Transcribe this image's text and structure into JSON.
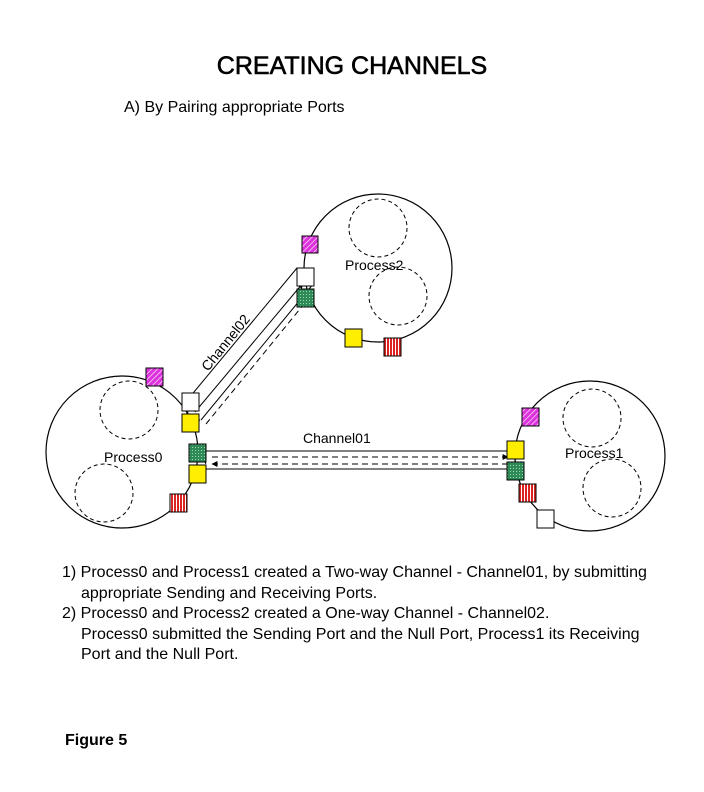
{
  "title": "CREATING CHANNELS",
  "subtitle": "A) By Pairing appropriate Ports",
  "processes": [
    {
      "label": "Process0"
    },
    {
      "label": "Process1"
    },
    {
      "label": "Process2"
    }
  ],
  "channels": [
    {
      "label": "Channel01"
    },
    {
      "label": "Channel02"
    }
  ],
  "port_colors": {
    "magenta_hatched": "#dd33dd",
    "white": "#ffffff",
    "yellow": "#ffee00",
    "green_hatched": "#2e8b57",
    "red_striped": "#dd2222"
  },
  "notes": [
    "1) Process0 and Process1 created a Two-way Channel - Channel01, by submitting",
    "appropriate Sending and Receiving Ports.",
    "2) Process0 and Process2 created a One-way Channel - Channel02.",
    "Process0 submitted the Sending Port and the Null Port, Process1 its Receiving",
    "Port and the Null Port."
  ],
  "figure_label": "Figure 5"
}
